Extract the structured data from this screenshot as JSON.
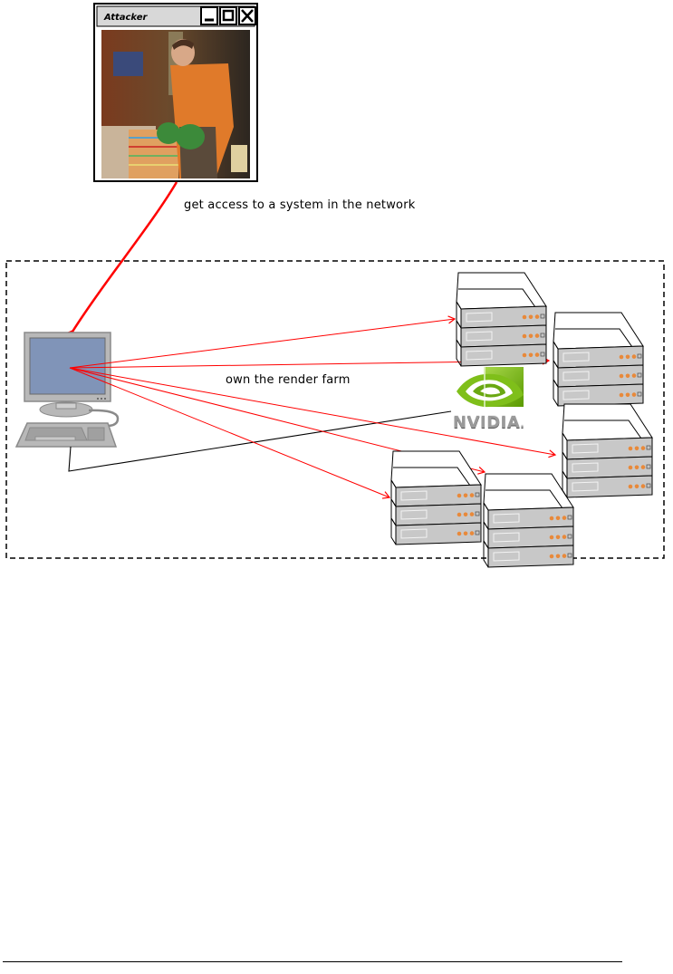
{
  "attacker_window": {
    "title": "Attacker",
    "controls": [
      "minimize-icon",
      "maximize-icon",
      "close-icon"
    ],
    "image": "attacker-photo (man in orange shirt wearing green boxing gloves)"
  },
  "labels": {
    "access": "get access to a system in the network",
    "own": "own the render farm"
  },
  "network": {
    "border": "dashed",
    "workstation": "desktop-computer-icon",
    "logo_text": "NVIDIA",
    "logo_trademark": ".",
    "servers": [
      {
        "name": "server-1",
        "units": 3
      },
      {
        "name": "server-2",
        "units": 3
      },
      {
        "name": "server-3",
        "units": 3
      },
      {
        "name": "server-4",
        "units": 3
      },
      {
        "name": "server-5",
        "units": 3
      }
    ]
  },
  "colors": {
    "attack_line": "#ff0000",
    "connection_line": "#000000",
    "monitor_screen": "#8094b8",
    "device_gray": "#b3b3b3",
    "server_face": "#c8c8c8",
    "server_led": "#e8893a",
    "nvidia_green": "#76b900"
  }
}
